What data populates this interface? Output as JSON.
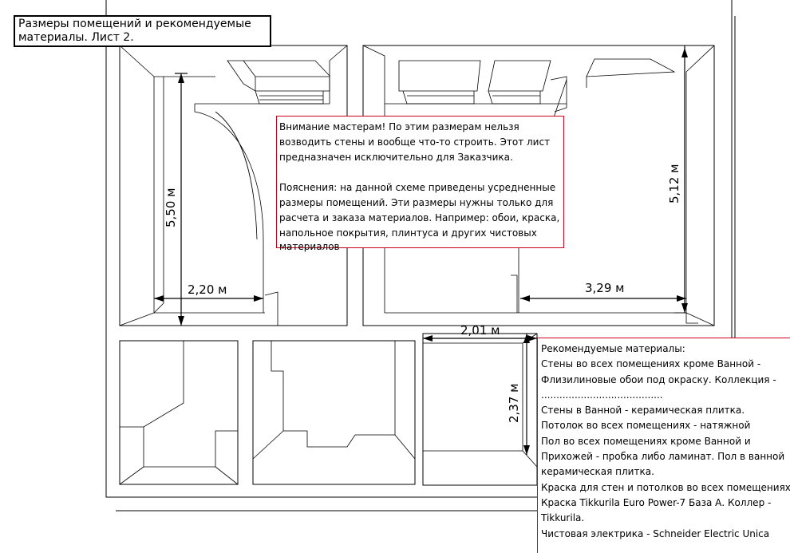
{
  "title": {
    "text": "Размеры помещений и рекомендуемые\nматериалы. Лист 2."
  },
  "dimensions": {
    "room1_height": "5,50 м",
    "room1_width": "2,20 м",
    "room2_height": "5,12 м",
    "room2_width": "3,29 м",
    "bath_width": "2,01 м",
    "bath_height": "2,37 м"
  },
  "notice": {
    "line1": "Внимание мастерам! По этим размерам нельзя",
    "line2": "возводить стены и вообще что-то строить. Этот лист",
    "line3": "предназначен исключительно для Заказчика.",
    "line4": "Пояснения: на данной схеме приведены усредненные",
    "line5": "размеры помещений. Эти размеры нужны только для",
    "line6": "расчета и заказа материалов. Например: обои, краска,",
    "line7": "напольное покрытия, плинтуса и других чистовых",
    "line8": "материалов"
  },
  "materials": {
    "lines": [
      "Рекомендуемые материалы:",
      "Стены во всех помещениях кроме Ванной -",
      "Флизилиновые обои под окраску. Коллекция -",
      "........................................",
      "Стены в Ванной - керамическая плитка.",
      "Потолок во всех помещениях - натяжной",
      "Пол во всех помещениях кроме Ванной и",
      "Прихожей - пробка либо ламинат. Пол в ванной",
      " керамическая плитка.",
      "Краска для стен и потолков во всех помещениях",
      " Краска Tikkurila Euro Power-7 База А. Коллер -",
      "Tikkurila.",
      "Чистовая электрика -  Schneider Electric Unica"
    ]
  }
}
